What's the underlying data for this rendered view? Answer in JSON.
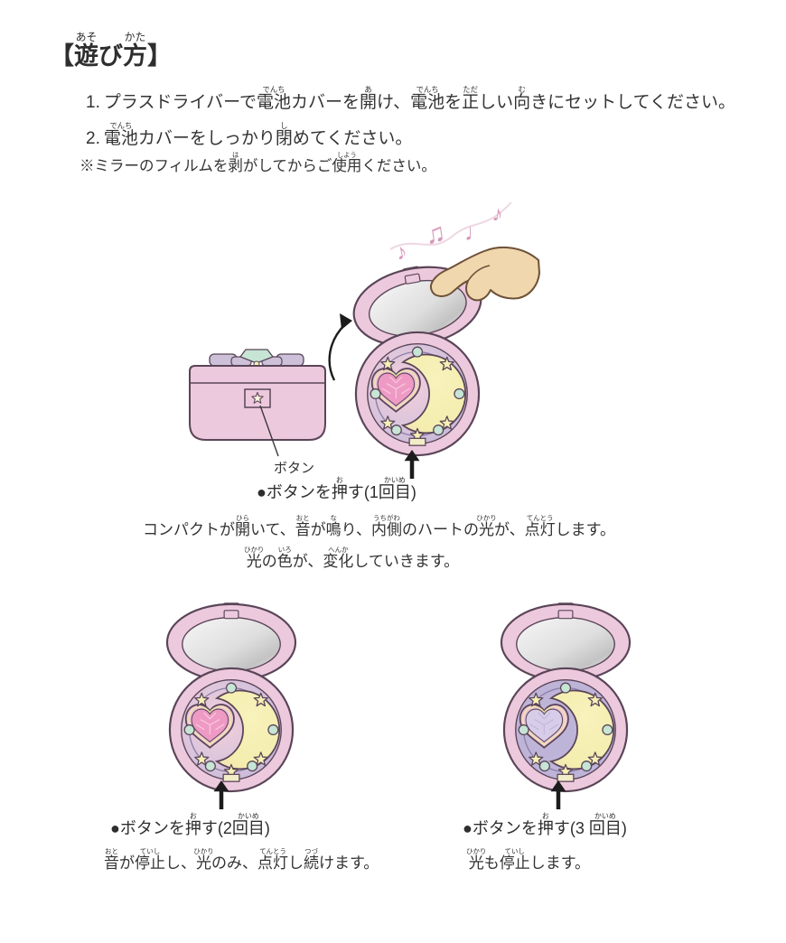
{
  "title": {
    "segments": [
      {
        "t": "【"
      },
      {
        "t": "遊",
        "r": "あそ"
      },
      {
        "t": "び"
      },
      {
        "t": "方",
        "r": "かた"
      },
      {
        "t": "】"
      }
    ]
  },
  "steps": [
    {
      "num": "1.",
      "segments": [
        {
          "t": "プラスドライバーで"
        },
        {
          "t": "電池",
          "r": "でんち"
        },
        {
          "t": "カバーを"
        },
        {
          "t": "開",
          "r": "あ"
        },
        {
          "t": "け、"
        },
        {
          "t": "電池",
          "r": "でんち"
        },
        {
          "t": "を"
        },
        {
          "t": "正",
          "r": "ただ"
        },
        {
          "t": "しい"
        },
        {
          "t": "向",
          "r": "む"
        },
        {
          "t": "きにセットしてください。"
        }
      ]
    },
    {
      "num": "2.",
      "segments": [
        {
          "t": "電池",
          "r": "でんち"
        },
        {
          "t": "カバーをしっかり"
        },
        {
          "t": "閉",
          "r": "し"
        },
        {
          "t": "めてください。"
        }
      ]
    }
  ],
  "note": {
    "segments": [
      {
        "t": "※ミラーのフィルムを"
      },
      {
        "t": "剥",
        "r": "は"
      },
      {
        "t": "がしてからご"
      },
      {
        "t": "使用",
        "r": "しよう"
      },
      {
        "t": "ください。"
      }
    ]
  },
  "diagram": {
    "button_label": "ボタン",
    "press1_caption": {
      "segments": [
        {
          "t": "●ボタンを"
        },
        {
          "t": "押",
          "r": "お"
        },
        {
          "t": "す(1"
        },
        {
          "t": "回目",
          "r": "かいめ"
        },
        {
          "t": ")"
        }
      ]
    },
    "press1_desc1": {
      "segments": [
        {
          "t": "コンパクトが"
        },
        {
          "t": "開",
          "r": "ひら"
        },
        {
          "t": "いて、"
        },
        {
          "t": "音",
          "r": "おと"
        },
        {
          "t": "が"
        },
        {
          "t": "鳴",
          "r": "な"
        },
        {
          "t": "り、"
        },
        {
          "t": "内側",
          "r": "うちがわ"
        },
        {
          "t": "のハートの"
        },
        {
          "t": "光",
          "r": "ひかり"
        },
        {
          "t": "が、"
        },
        {
          "t": "点灯",
          "r": "てんとう"
        },
        {
          "t": "します。"
        }
      ]
    },
    "press1_desc2": {
      "segments": [
        {
          "t": "光",
          "r": "ひかり"
        },
        {
          "t": "の"
        },
        {
          "t": "色",
          "r": "いろ"
        },
        {
          "t": "が、"
        },
        {
          "t": "変化",
          "r": "へんか"
        },
        {
          "t": "していきます。"
        }
      ]
    },
    "press2_caption": {
      "segments": [
        {
          "t": "●ボタンを"
        },
        {
          "t": "押",
          "r": "お"
        },
        {
          "t": "す(2"
        },
        {
          "t": "回目",
          "r": "かいめ"
        },
        {
          "t": ")"
        }
      ]
    },
    "press2_desc": {
      "segments": [
        {
          "t": "音",
          "r": "おと"
        },
        {
          "t": "が"
        },
        {
          "t": "停止",
          "r": "ていし"
        },
        {
          "t": "し、"
        },
        {
          "t": "光",
          "r": "ひかり"
        },
        {
          "t": "のみ、"
        },
        {
          "t": "点灯",
          "r": "てんとう"
        },
        {
          "t": "し"
        },
        {
          "t": "続",
          "r": "つづ"
        },
        {
          "t": "けます。"
        }
      ]
    },
    "press3_caption": {
      "segments": [
        {
          "t": "●ボタンを"
        },
        {
          "t": "押",
          "r": "お"
        },
        {
          "t": "す(3 "
        },
        {
          "t": "回目",
          "r": "かいめ"
        },
        {
          "t": ")"
        }
      ]
    },
    "press3_desc": {
      "segments": [
        {
          "t": "光",
          "r": "ひかり"
        },
        {
          "t": "も"
        },
        {
          "t": "停止",
          "r": "ていし"
        },
        {
          "t": "します。"
        }
      ]
    }
  },
  "icons": {
    "notes": [
      "♪",
      "♫",
      "♩",
      "♪"
    ],
    "up_arrow": "↑",
    "star": "☆"
  },
  "colors": {
    "outline": "#5a4558",
    "body_pink": "#edc9dd",
    "inner_lavender": "#beb4d8",
    "orbit": "#8d80ab",
    "glow_pink": "#f4d0da",
    "glow_mid": "#d9c4dc",
    "moon_yellow": "#f4edae",
    "moon_shade": "#f1d8c0",
    "heart_lit": "#ee9ac4",
    "heart_facet_lit": "#f9d2e4",
    "heart_unlit": "#d7cde9",
    "heart_facet_unlit": "#bfb3d9",
    "bezel_pink": "#ecc2d8",
    "bezel_cream": "#efe5ab",
    "star_yellow": "#f6f0b6",
    "dot_teal": "#c6e5d5",
    "latch_cream": "#f2ecc8",
    "mirror_light": "#f7f7f7",
    "mirror_dark": "#c3c3c3",
    "note_pink": "#d897ba",
    "note_line": "#eed7e2",
    "hand_fill": "#f0d7ad",
    "hand_stroke": "#6d5138",
    "deco_gray": "#ccc1d8",
    "arrow_black": "#1c1c1c",
    "text": "#333333"
  }
}
